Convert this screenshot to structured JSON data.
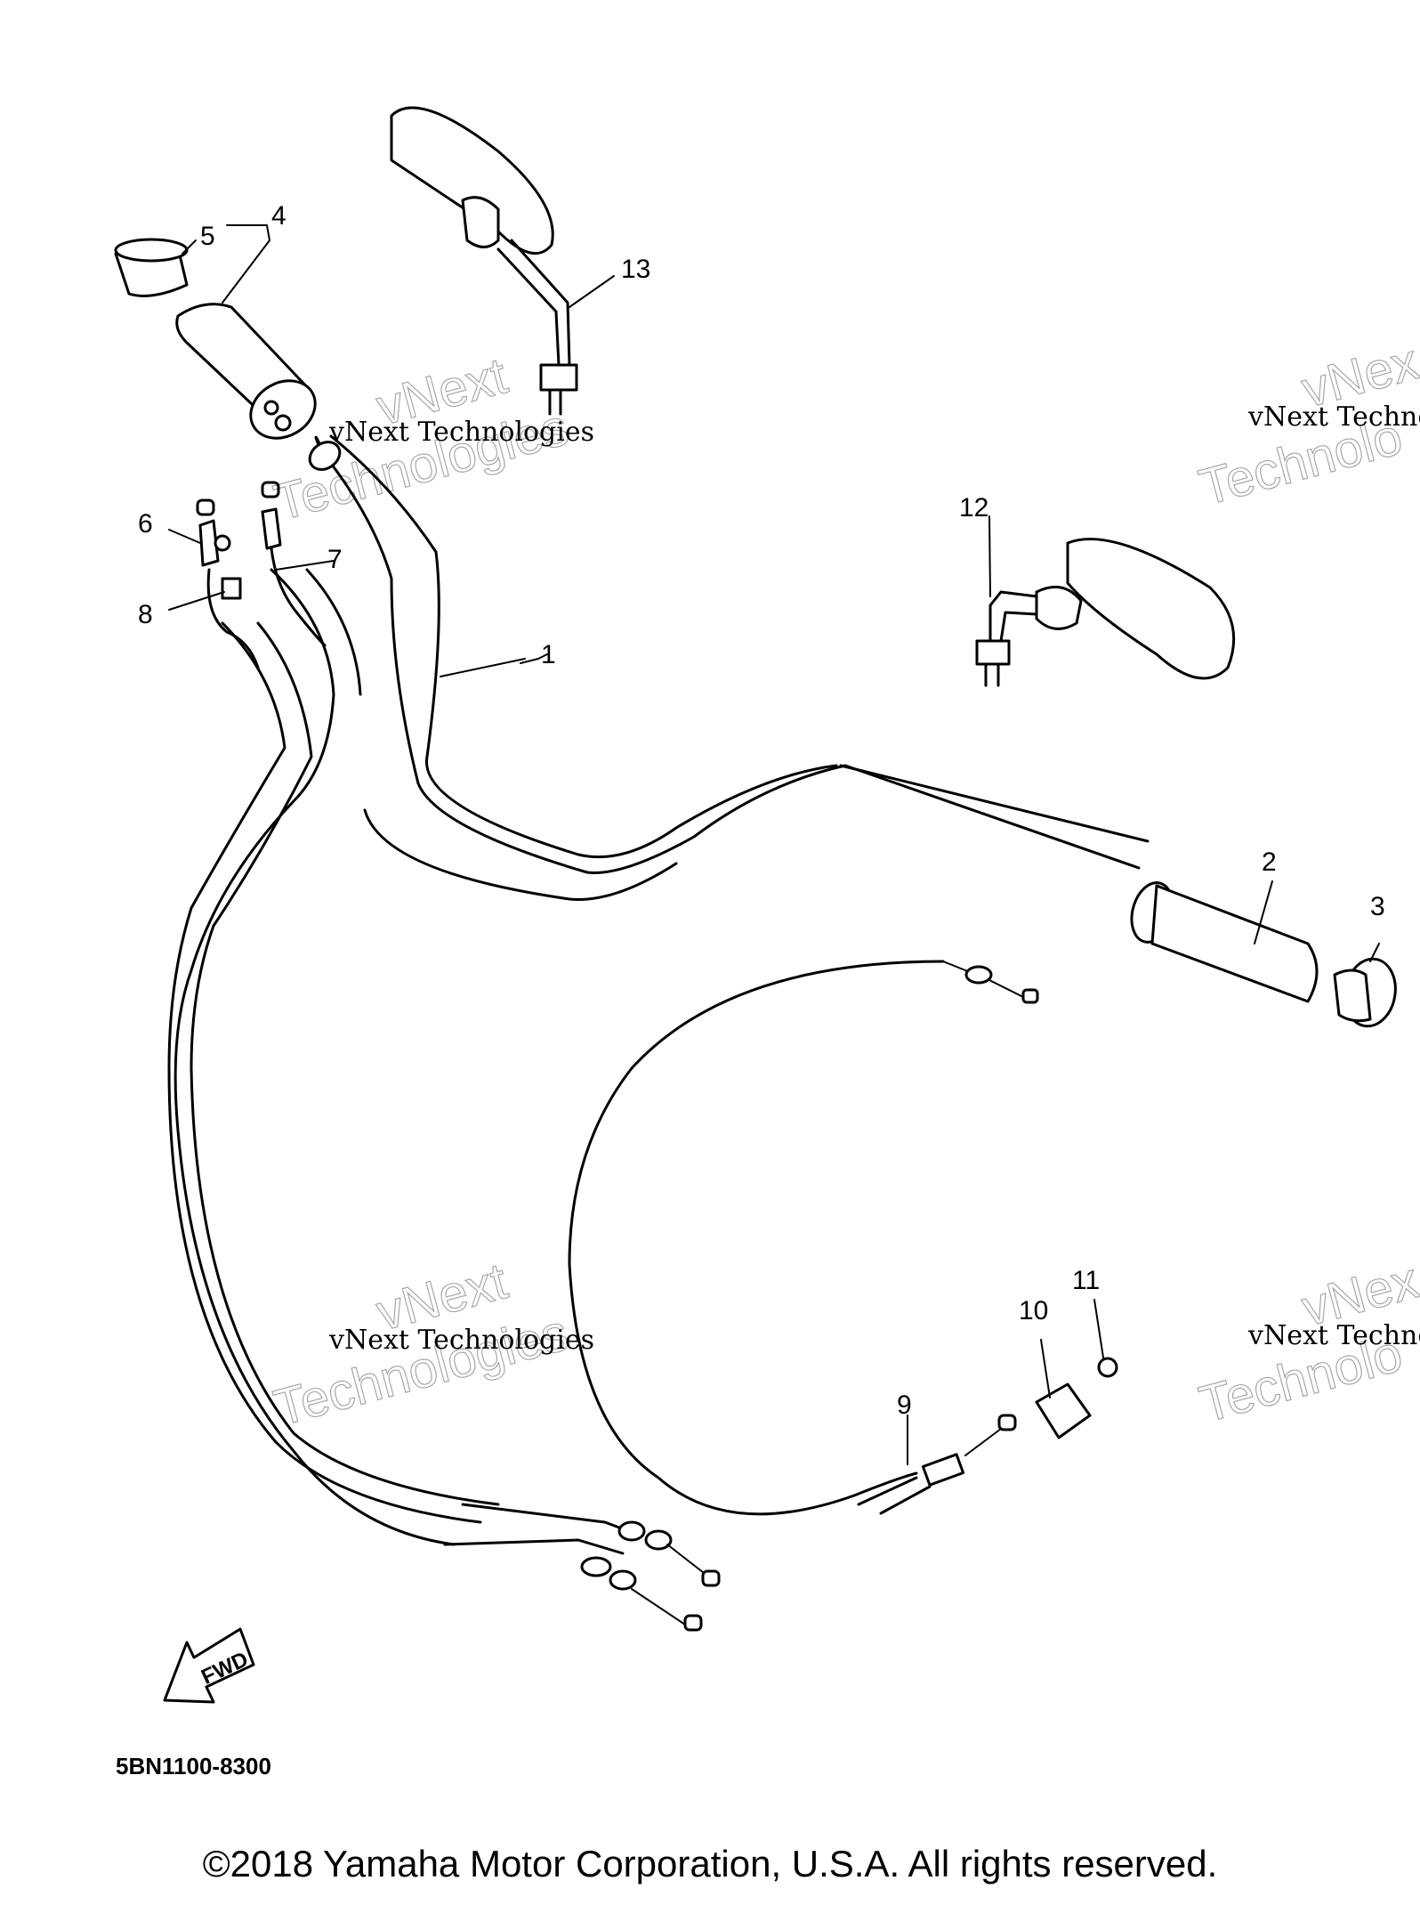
{
  "callouts": [
    {
      "id": "1",
      "label": "1"
    },
    {
      "id": "2",
      "label": "2"
    },
    {
      "id": "3",
      "label": "3"
    },
    {
      "id": "4",
      "label": "4"
    },
    {
      "id": "5",
      "label": "5"
    },
    {
      "id": "6",
      "label": "6"
    },
    {
      "id": "7",
      "label": "7"
    },
    {
      "id": "8",
      "label": "8"
    },
    {
      "id": "9",
      "label": "9"
    },
    {
      "id": "10",
      "label": "10"
    },
    {
      "id": "11",
      "label": "11"
    },
    {
      "id": "12",
      "label": "12"
    },
    {
      "id": "13",
      "label": "13"
    }
  ],
  "watermark": {
    "line1": "vNext Technologies",
    "word1": "vNext",
    "word2": "Technologies",
    "partial1": "vNext Techno",
    "partial_word1": "vNex",
    "partial_word2": "Technolo"
  },
  "fwd_label": "FWD",
  "diagram_code": "5BN1100-8300",
  "copyright": "©2018 Yamaha Motor Corporation, U.S.A. All rights reserved."
}
